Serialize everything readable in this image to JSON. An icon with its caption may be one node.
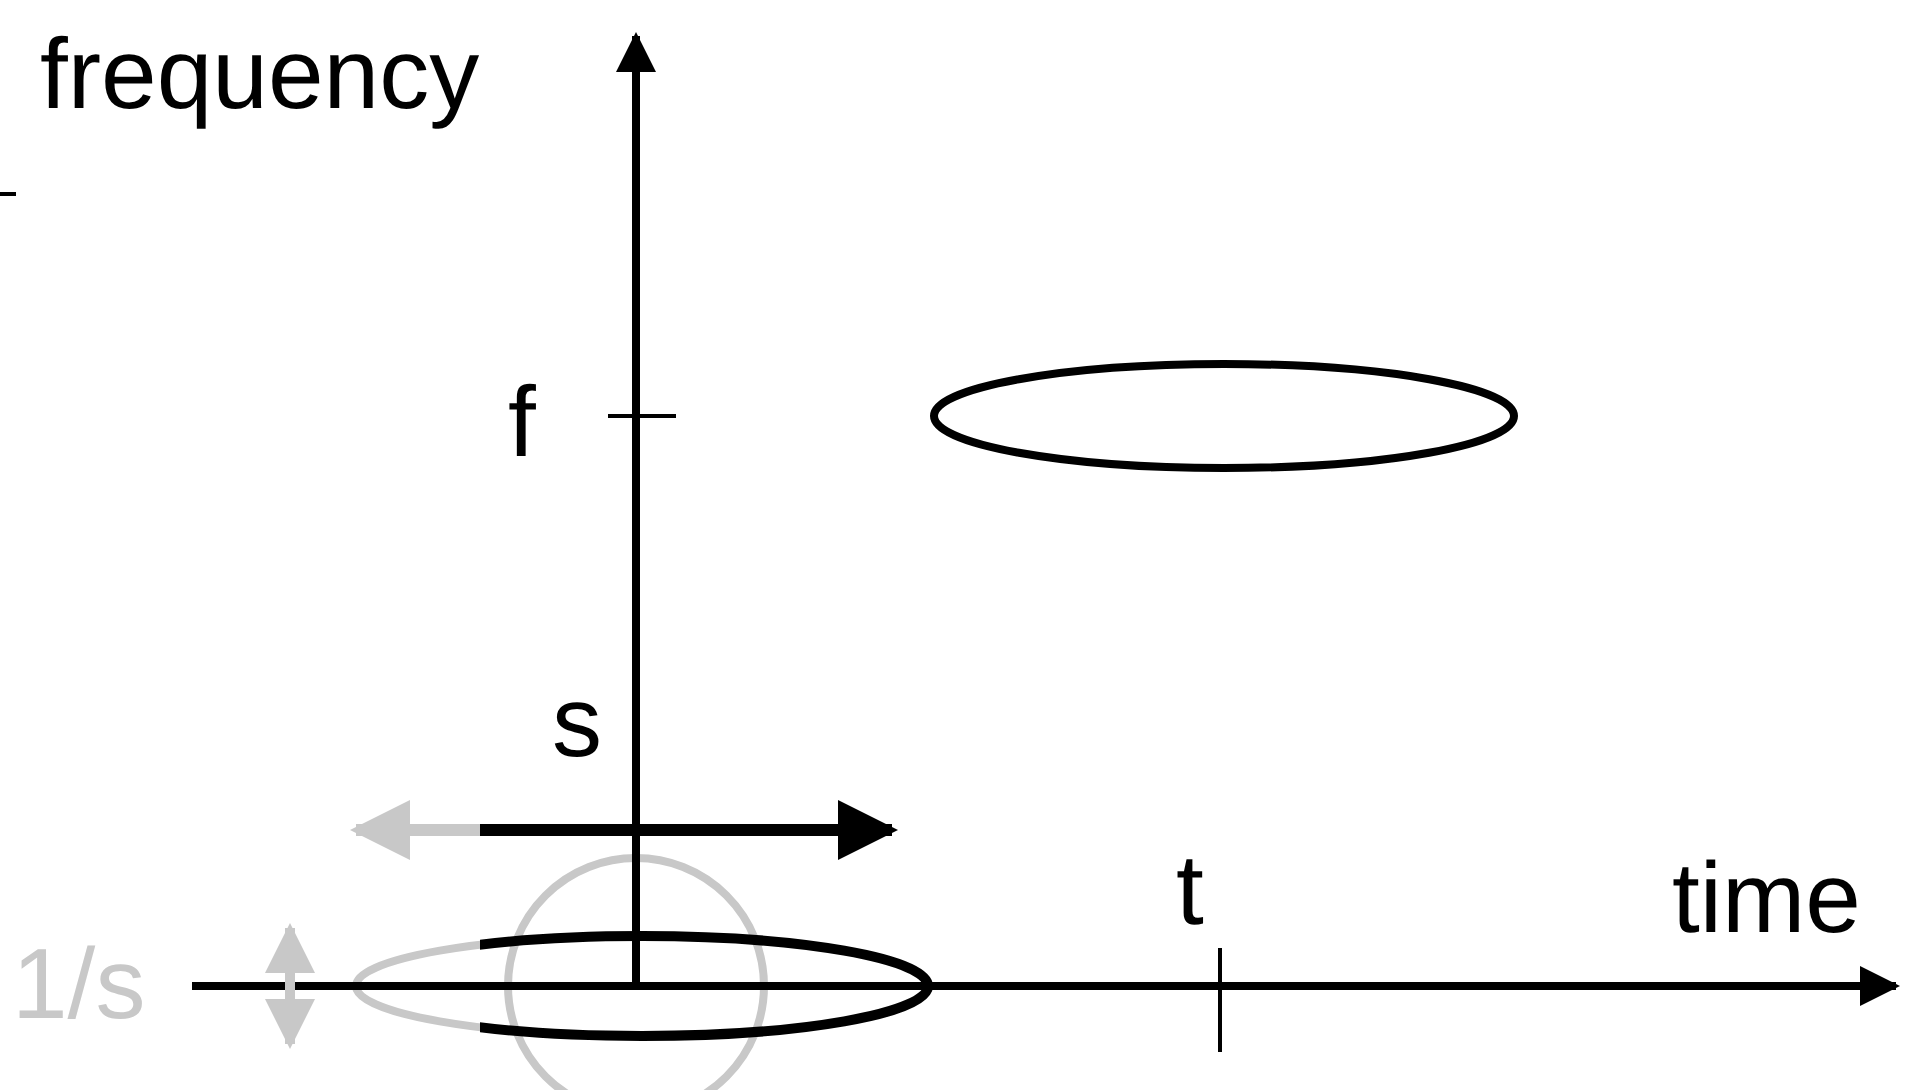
{
  "diagram": {
    "labels": [
      "frequency",
      "f",
      "s",
      "t",
      "time",
      "1/s"
    ]
  }
}
